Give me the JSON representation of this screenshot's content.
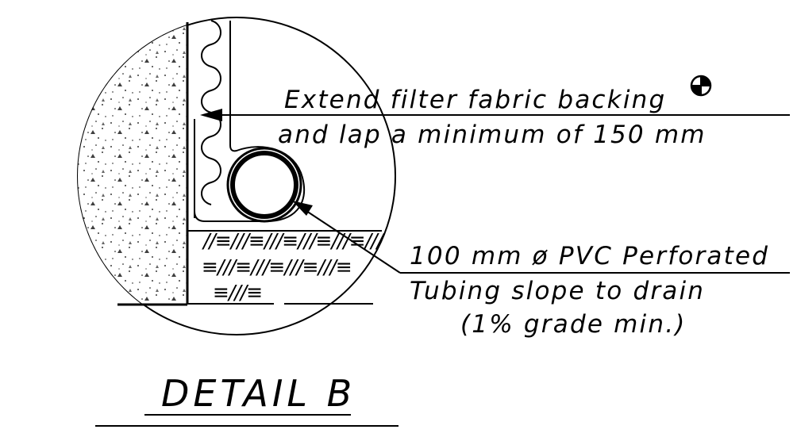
{
  "detail": {
    "title": "DETAIL B",
    "note_fabric_line1": "Extend filter fabric backing",
    "note_fabric_line2": "and lap a minimum of 150 mm",
    "note_pipe_line1": "100 mm ø PVC Perforated",
    "note_pipe_line2": "Tubing slope to drain",
    "note_pipe_line3": "(1% grade min.)",
    "gravel_pattern_row1": "//≡///≡///≡///≡///≡///≡",
    "gravel_pattern_row2": "≡///≡///≡///≡///≡",
    "gravel_pattern_row3": "≡///≡"
  },
  "symbols": {
    "section_marker_icon": "quadrant-circle-icon",
    "arrowhead_icon": "filled-arrowhead-icon"
  },
  "colors": {
    "line": "#000000",
    "background": "#ffffff"
  }
}
